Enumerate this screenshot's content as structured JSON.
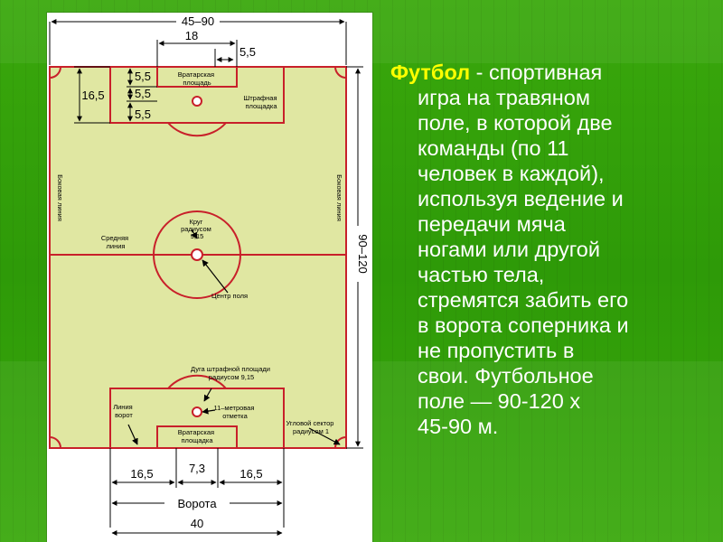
{
  "description": {
    "term": "Футбол",
    "first_line_rest": " - спортивная",
    "lines": [
      "игра на травяном",
      "поле, в которой две",
      "команды (по 11",
      "человек в каждой),",
      "используя ведение и",
      "передачи мяча",
      "ногами или другой",
      "частью тела,",
      "стремятся забить его",
      "в ворота соперника и",
      "не пропустить в",
      "свои. Футбольное",
      "поле — 90-120 х",
      "45-90 м."
    ]
  },
  "diagram": {
    "colors": {
      "field": "#e0e7a2",
      "lines": "#c8202a",
      "dimension": "#000000",
      "card": "#ffffff",
      "slide_background": "#3aa80c",
      "description_term": "#ffff00",
      "description_text": "#ffffff"
    },
    "dimensions": {
      "top_width": "45–90",
      "length": "90–120",
      "penalty_area_width": "18",
      "goal_area_depth": "5,5",
      "penalty_depth": "16,5",
      "side_5_5_a": "5,5",
      "side_5_5_b": "5,5",
      "side_5_5_c": "5,5",
      "goal_width": "7,3",
      "bottom_left": "16,5",
      "bottom_right": "16,5",
      "bottom_total": "40",
      "goal_label": "Ворота"
    },
    "labels": {
      "goal_area_top": [
        "Вратарская",
        "площадь"
      ],
      "penalty_area_top": [
        "Штрафная",
        "площадка"
      ],
      "side_line_left": "Боковая линия",
      "side_line_right": "Боковая линия",
      "centre_circle": [
        "Круг",
        "радиусом",
        "9,15"
      ],
      "middle_line": [
        "Средняя",
        "линия"
      ],
      "centre_spot": "Центр поля",
      "penalty_arc": [
        "Дуга штрафной площади",
        "радиусом 9,15"
      ],
      "penalty_mark": [
        "11–метровая",
        "отметка"
      ],
      "goal_line": [
        "Линия",
        "ворот"
      ],
      "corner_sector": [
        "Угловой сектор",
        "радиусом 1"
      ],
      "goal_area_bottom": [
        "Вратарская",
        "площадка"
      ]
    }
  }
}
